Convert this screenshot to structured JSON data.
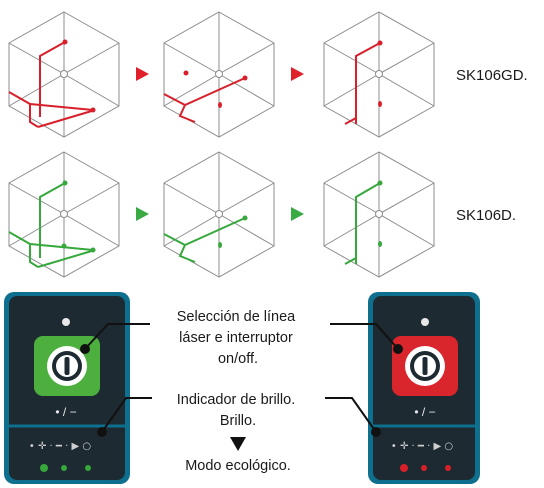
{
  "rows": [
    {
      "model_label": "SK106GD.",
      "laser_color": "#d9202a",
      "arrow_color": "#e0202a"
    },
    {
      "model_label": "SK106D.",
      "laser_color": "#36a83c",
      "arrow_color": "#3aaa44"
    }
  ],
  "callouts": {
    "selection_lines": [
      "Selección de línea",
      "láser e interruptor",
      "on/off."
    ],
    "brightness_lines": [
      "Indicador de brillo.",
      "Brillo."
    ],
    "eco_mode": "Modo ecológico."
  },
  "icon_names": [
    "power-button-icon",
    "down-arrow-icon",
    "arrow-right-icon"
  ],
  "panels": {
    "left_button_color": "#4caf3e",
    "right_button_color": "#d8262c",
    "panel_color": "#1e2a31",
    "frame_color": "#0e6f8e"
  }
}
